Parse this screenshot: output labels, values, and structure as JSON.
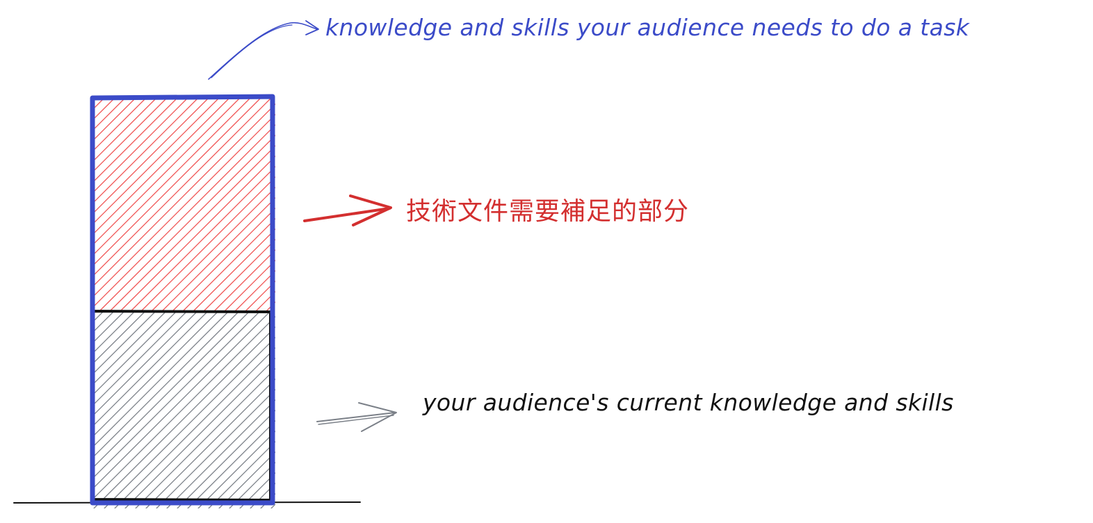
{
  "colors": {
    "blue": "#3b4bc8",
    "red": "#d32f2f",
    "red_hatch": "#f05252",
    "gray_hatch": "#7b8088",
    "black": "#111111"
  },
  "labels": {
    "required": "knowledge and skills your audience needs to do a task",
    "gap": "技術文件需要補足的部分",
    "current": "your audience's current knowledge and skills"
  },
  "shares": {
    "gap": 0.52,
    "current": 0.48
  }
}
